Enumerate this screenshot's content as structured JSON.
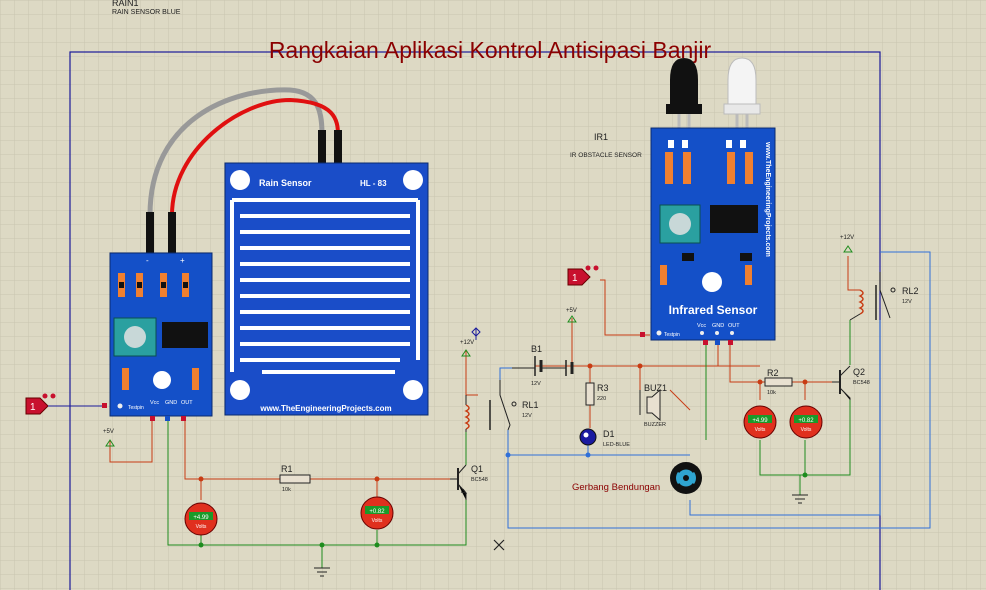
{
  "title": "Rangkaian Aplikasi Kontrol Antisipasi Banjir",
  "colors": {
    "background": "#ddd9c4",
    "grid": "#c9c5b0",
    "border": "#1a1a9a",
    "title": "#8b0000",
    "module_blue": "#1450c8",
    "wire_red": "#c83c14",
    "wire_green": "#1e8c1e",
    "wire_blue": "#3070d8",
    "wire_dark": "#222222",
    "terminal_red": "#c8102e",
    "voltmeter_bg": "#e0301e",
    "voltmeter_display": "#1a9a2a"
  },
  "rain_module": {
    "ref": "RAIN1",
    "value": "RAIN SENSOR BLUE",
    "pins": [
      "Vcc",
      "GND",
      "OUT"
    ],
    "pin_text": "Testpin"
  },
  "rain_plate": {
    "label": "Rain Sensor",
    "model": "HL - 83",
    "website": "www.TheEngineeringProjects.com"
  },
  "ir_module": {
    "ref": "IR1",
    "value": "IR OBSTACLE SENSOR",
    "label": "Infrared Sensor",
    "website": "www.TheEngineeringProjects.com",
    "pins": [
      "Vcc",
      "GND",
      "OUT"
    ],
    "pin_text": "Testpin"
  },
  "terminals": [
    "1",
    "1"
  ],
  "power": {
    "v5_left": "+5V",
    "v5_mid": "+5V",
    "v12_left": "+12V",
    "v12_right": "+12V"
  },
  "components": {
    "r1": {
      "ref": "R1",
      "value": "10k"
    },
    "r2": {
      "ref": "R2",
      "value": "10k"
    },
    "r3": {
      "ref": "R3",
      "value": "220"
    },
    "q1": {
      "ref": "Q1",
      "value": "BC548"
    },
    "q2": {
      "ref": "Q2",
      "value": "BC548"
    },
    "rl1": {
      "ref": "RL1",
      "value": "12V"
    },
    "rl2": {
      "ref": "RL2",
      "value": "12V"
    },
    "b1": {
      "ref": "B1",
      "value": "12V"
    },
    "d1": {
      "ref": "D1",
      "value": "LED-BLUE"
    },
    "buz1": {
      "ref": "BUZ1",
      "value": "BUZZER"
    },
    "motor": {
      "label": "Gerbang Bendungan"
    }
  },
  "voltmeters": {
    "vm1": {
      "reading": "+4.99",
      "unit": "Volts"
    },
    "vm2": {
      "reading": "+0.82",
      "unit": "Volts"
    },
    "vm3": {
      "reading": "+4.99",
      "unit": "Volts"
    },
    "vm4": {
      "reading": "+0.82",
      "unit": "Volts"
    }
  }
}
